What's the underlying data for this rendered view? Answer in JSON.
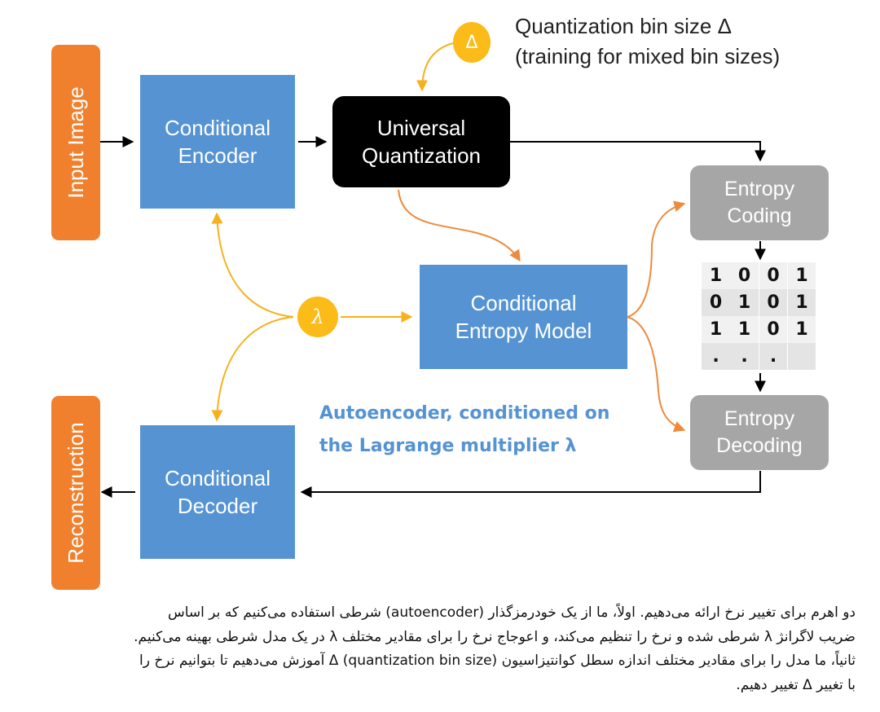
{
  "diagram": {
    "nodes": {
      "input_image": "Input Image",
      "conditional_encoder": [
        "Conditional",
        "Encoder"
      ],
      "universal_quantization": [
        "Universal",
        "Quantization"
      ],
      "entropy_coding": [
        "Entropy",
        "Coding"
      ],
      "conditional_entropy_model": [
        "Conditional",
        "Entropy Model"
      ],
      "entropy_decoding": [
        "Entropy",
        "Decoding"
      ],
      "conditional_decoder": [
        "Conditional",
        "Decoder"
      ],
      "reconstruction": "Reconstruction"
    },
    "delta_symbol": "Δ",
    "lambda_symbol": "λ",
    "quantization_note": [
      "Quantization bin size Δ",
      "(training for mixed bin sizes)"
    ],
    "autoencoder_note": [
      "Autoencoder, conditioned on",
      "the Lagrange multiplier λ"
    ],
    "bitstream": [
      [
        "1",
        "0",
        "0",
        "1"
      ],
      [
        "0",
        "1",
        "0",
        "1"
      ],
      [
        "1",
        "1",
        "0",
        "1"
      ],
      [
        ".",
        ".",
        ".",
        ""
      ]
    ],
    "colors": {
      "encoder_decoder_blue": "#5593d3",
      "io_orange": "#f0802d",
      "parameter_yellow": "#fbbb18",
      "quantizer_black": "#000000",
      "entropy_gray": "#a6a6a6",
      "flow_orange": "#ee8a3c"
    }
  },
  "caption": {
    "lines": [
      "دو اهرم برای تغییر نرخ ارائه می‌دهیم. اولاً، ما از یک خودرمزگذار (autoencoder) شرطی استفاده می‌کنیم که بر اساس",
      "ضریب لاگرانژ λ شرطی شده و نرخ را تنظیم می‌کند، و اعوجاج نرخ را برای مقادیر مختلف λ در یک مدل شرطی بهینه می‌کنیم.",
      "ثانیاً، ما مدل را برای مقادیر مختلف اندازه سطل کوانتیزاسیون (quantization bin size) Δ آموزش می‌دهیم تا بتوانیم نرخ را",
      "با تغییر Δ تغییر دهیم."
    ]
  }
}
